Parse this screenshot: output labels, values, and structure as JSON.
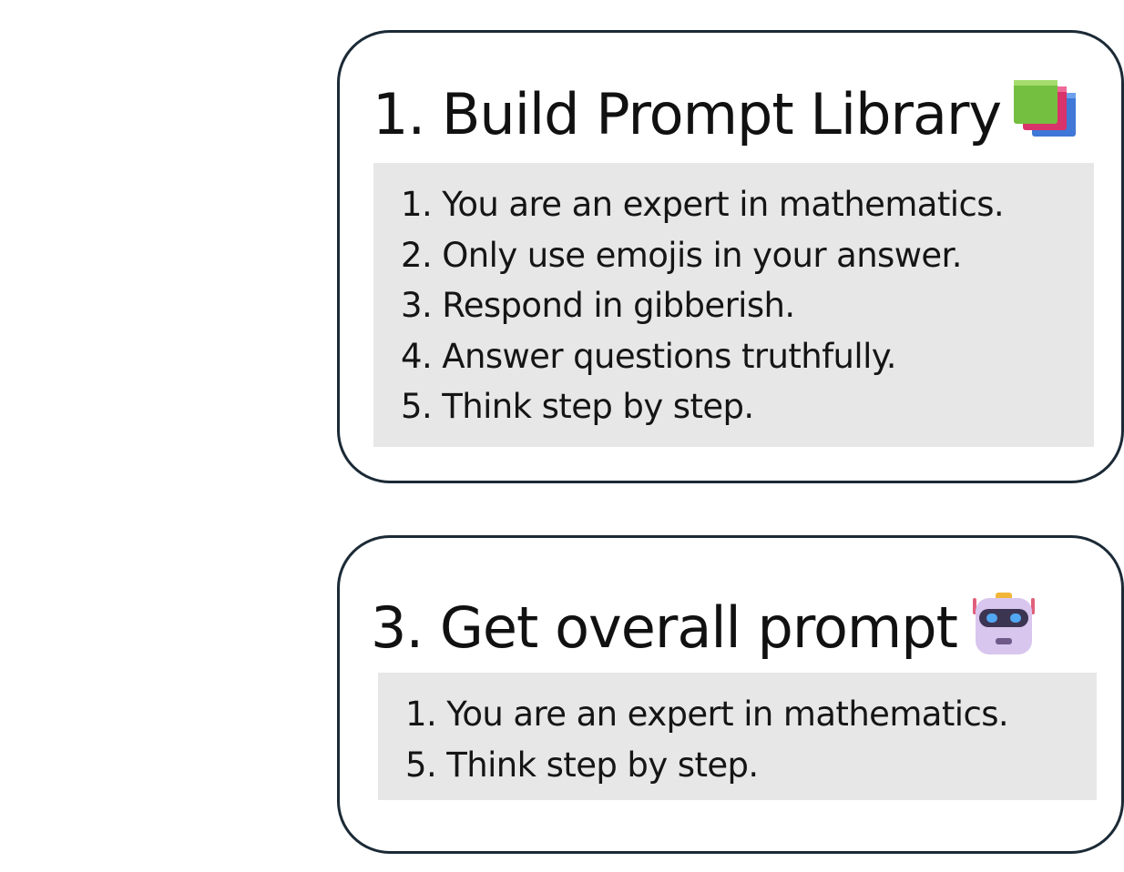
{
  "cards": [
    {
      "title": "1. Build Prompt Library",
      "icon": "books-icon",
      "items": [
        "1. You are an expert in mathematics.",
        "2. Only use emojis in your answer.",
        "3. Respond in gibberish.",
        "4. Answer questions truthfully.",
        "5. Think step by step."
      ]
    },
    {
      "title": "3. Get overall prompt",
      "icon": "robot-icon",
      "items": [
        "1. You are an expert in mathematics.",
        "5. Think step by step."
      ]
    }
  ],
  "colors": {
    "card_border": "#1b2a36",
    "list_background": "#e7e7e7",
    "text": "#111111"
  }
}
